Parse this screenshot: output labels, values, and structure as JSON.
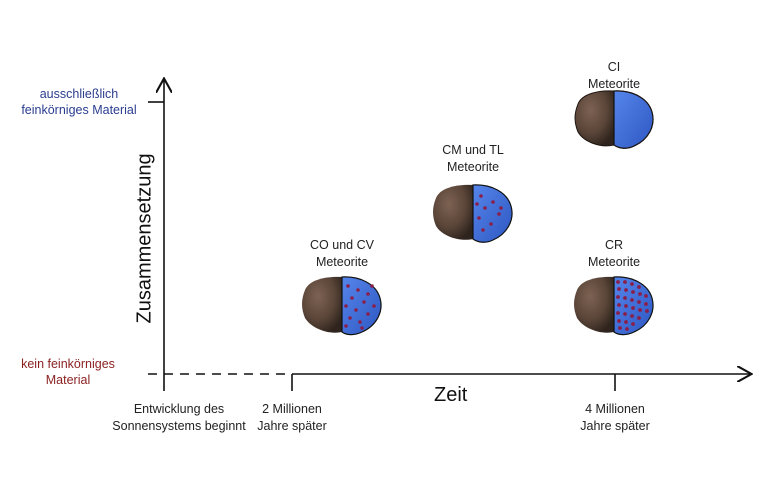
{
  "y_axis": {
    "title": "Zusammensetzung",
    "top_label_line1": "ausschließlich",
    "top_label_line2": "feinkörniges Material",
    "bottom_label_line1": "kein feinkörniges",
    "bottom_label_line2": "Material",
    "top_color": "#2b3d8f",
    "bottom_color": "#8a1f1f"
  },
  "x_axis": {
    "title": "Zeit",
    "ticks": [
      {
        "line1": "Entwicklung des",
        "line2": "Sonnensystems beginnt"
      },
      {
        "line1": "2 Millionen",
        "line2": "Jahre später"
      },
      {
        "line1": "4 Millionen",
        "line2": "Jahre später"
      }
    ]
  },
  "meteorites": [
    {
      "line1": "CI",
      "line2": "Meteorite",
      "inclusions": "none"
    },
    {
      "line1": "CM und TL",
      "line2": "Meteorite",
      "inclusions": "few"
    },
    {
      "line1": "CO und CV",
      "line2": "Meteorite",
      "inclusions": "some"
    },
    {
      "line1": "CR",
      "line2": "Meteorite",
      "inclusions": "many"
    }
  ],
  "colors": {
    "rock_brown": "#5a4538",
    "matrix_blue": "#3f6fd8",
    "inclusion_red": "#8a1f4a",
    "axis": "#111111"
  }
}
